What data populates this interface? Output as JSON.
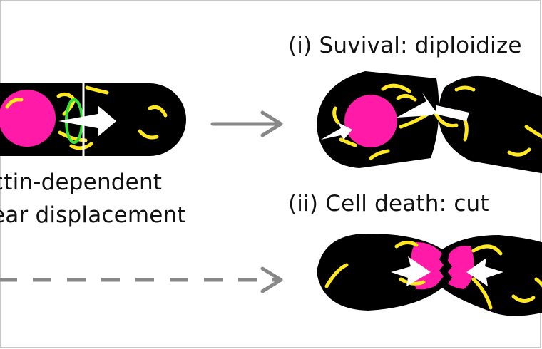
{
  "labels": {
    "left_line1": "ctin-dependent",
    "left_line2": "ear displacement",
    "outcome_i": "(i) Suvival: diploidize",
    "outcome_ii": "(ii) Cell death: cut"
  },
  "colors": {
    "cell": "#000000",
    "nucleus": "#ff1aa8",
    "microtubules": "#ffe820",
    "actin_ring": "#35e23a",
    "arrow_gray": "#888888",
    "force_arrow": "#ffffff"
  },
  "icons": [
    "solid-arrow-icon",
    "dashed-arrow-icon",
    "force-arrow-icon"
  ]
}
